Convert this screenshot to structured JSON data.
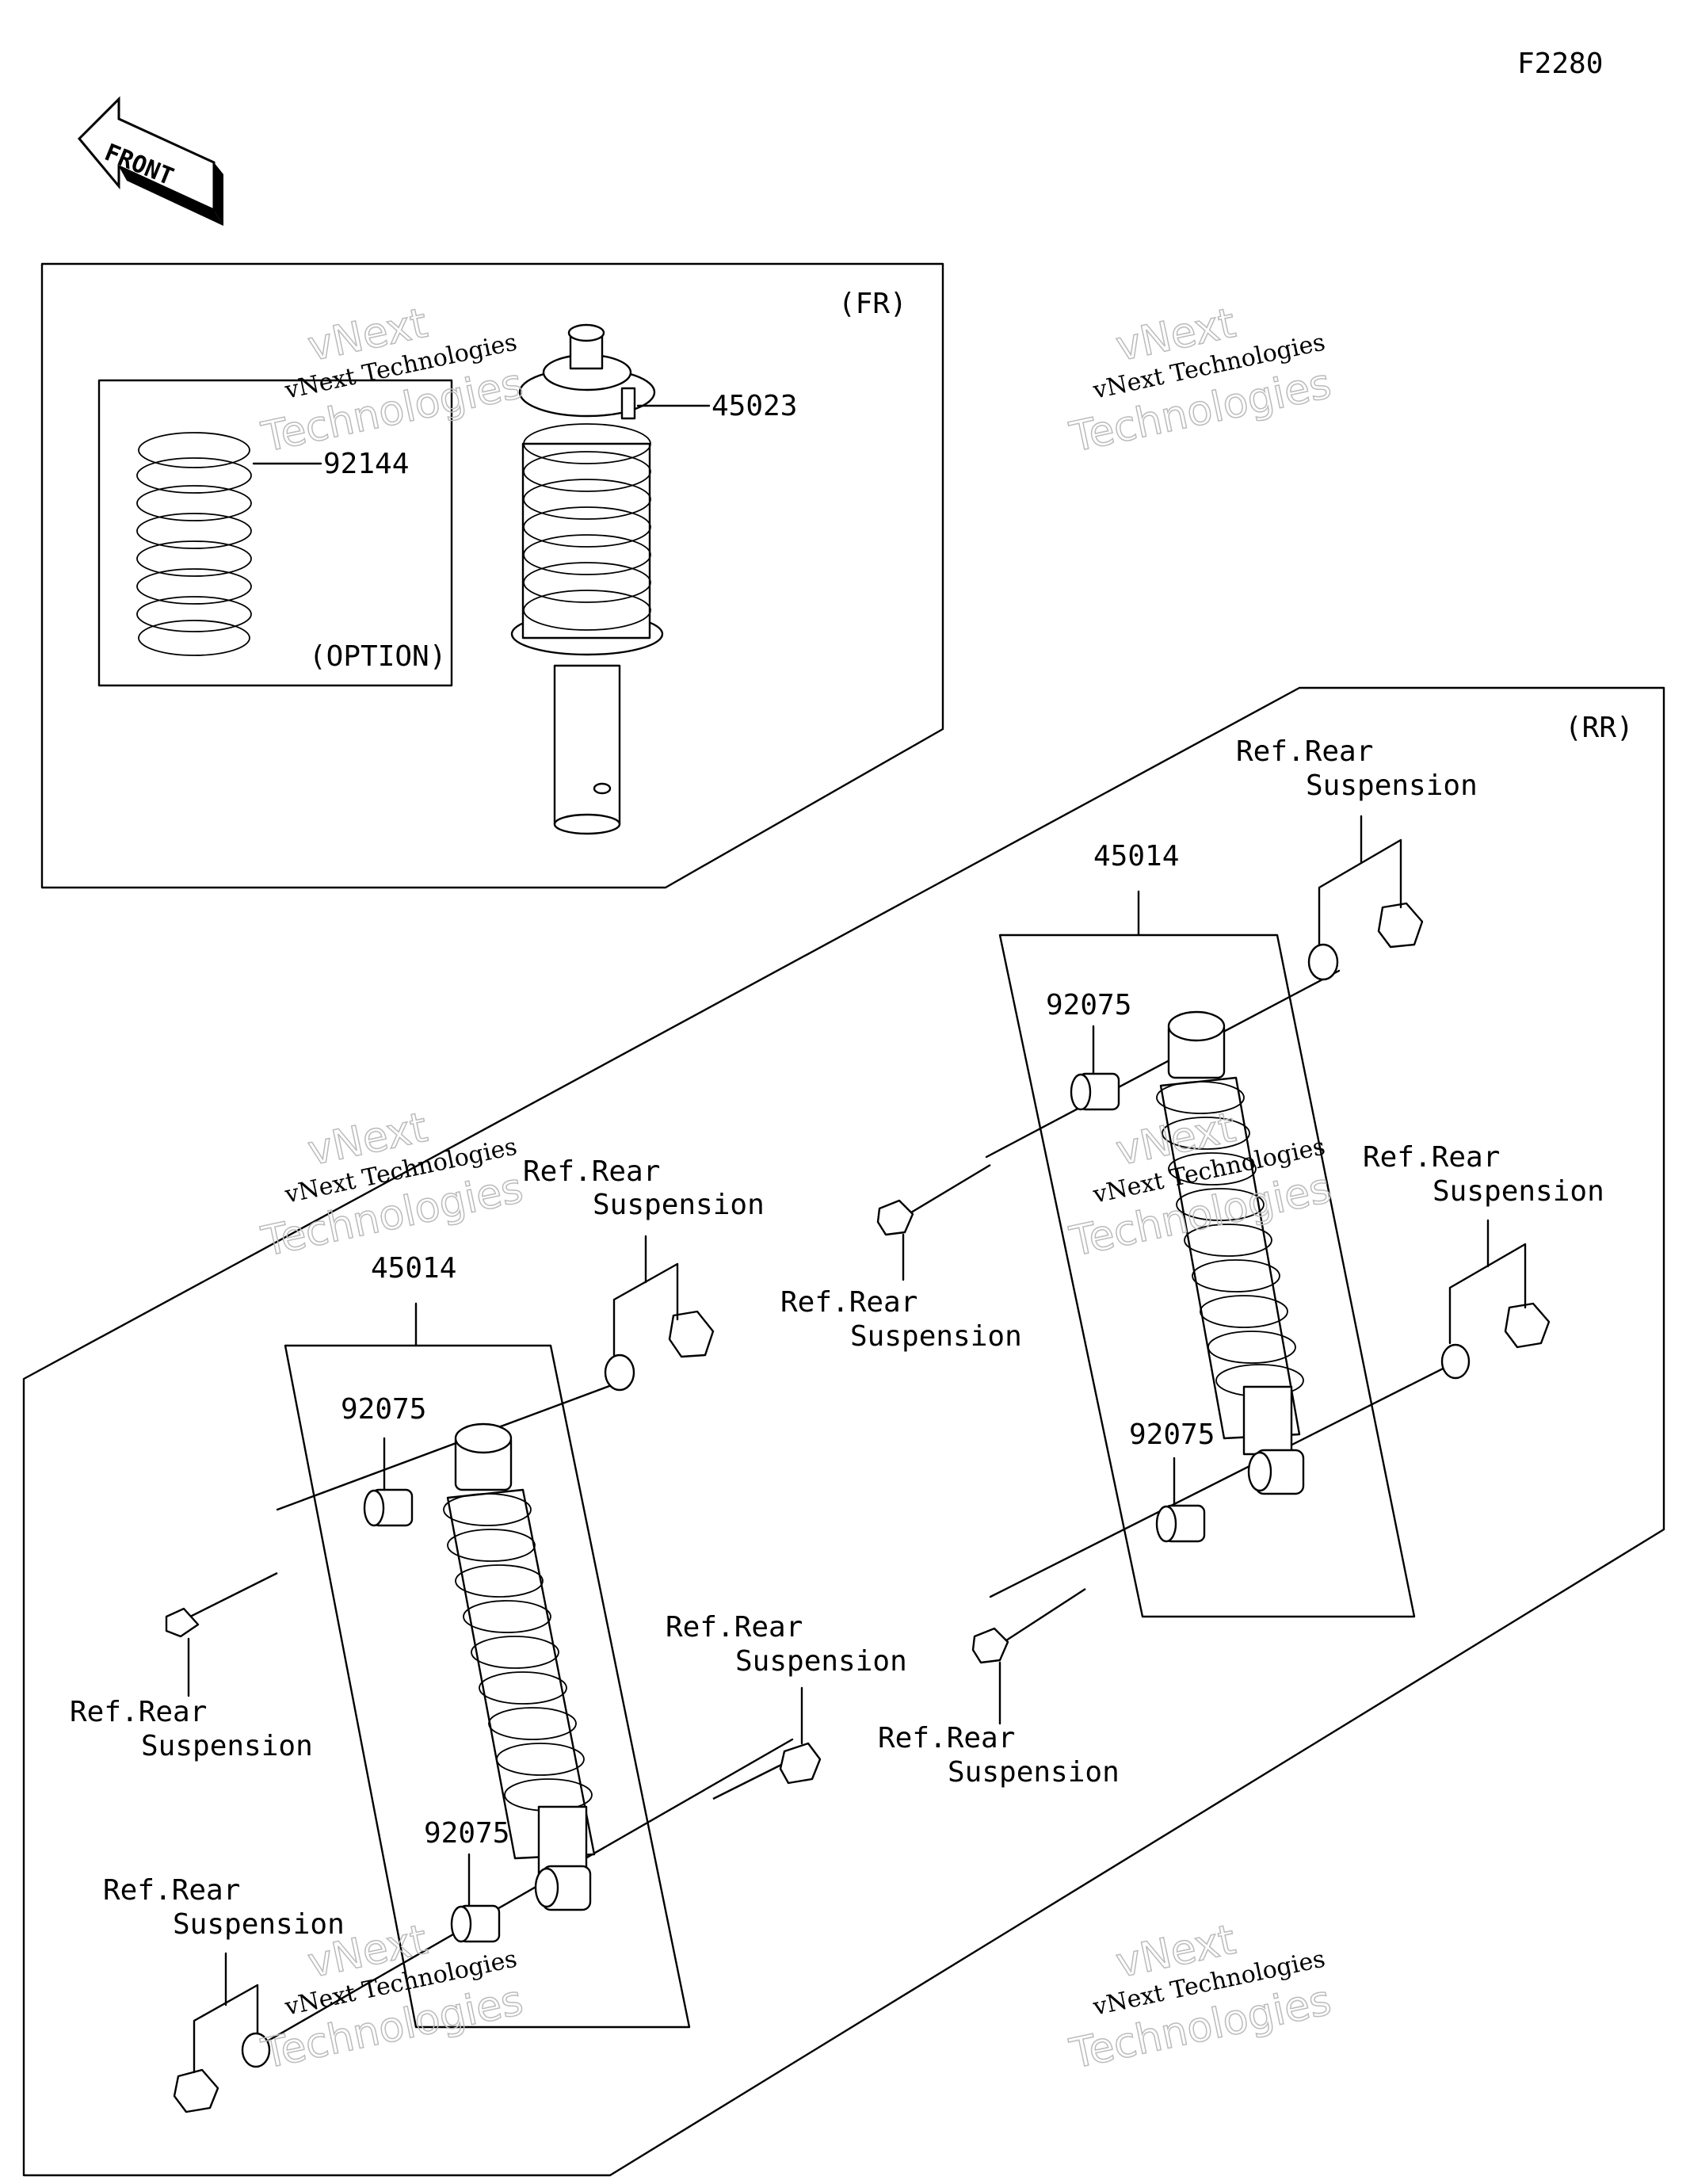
{
  "diagram_code": "F2280",
  "front_label": "FRONT",
  "fr_section": {
    "tag": "(FR)",
    "shock_part": "45023",
    "spring_part": "92144",
    "option_tag": "(OPTION)"
  },
  "rr_section": {
    "tag": "(RR)",
    "ref_label_line1": "Ref.Rear",
    "ref_label_line2": "Suspension",
    "left_assembly": {
      "shock_part": "45014",
      "bushing_upper": "92075",
      "bushing_lower": "92075"
    },
    "right_assembly": {
      "shock_part": "45014",
      "bushing_upper": "92075",
      "bushing_lower": "92075"
    }
  },
  "watermark": {
    "line1": "vNext",
    "line2": "vNext Technologies",
    "line3": "Technologies"
  }
}
